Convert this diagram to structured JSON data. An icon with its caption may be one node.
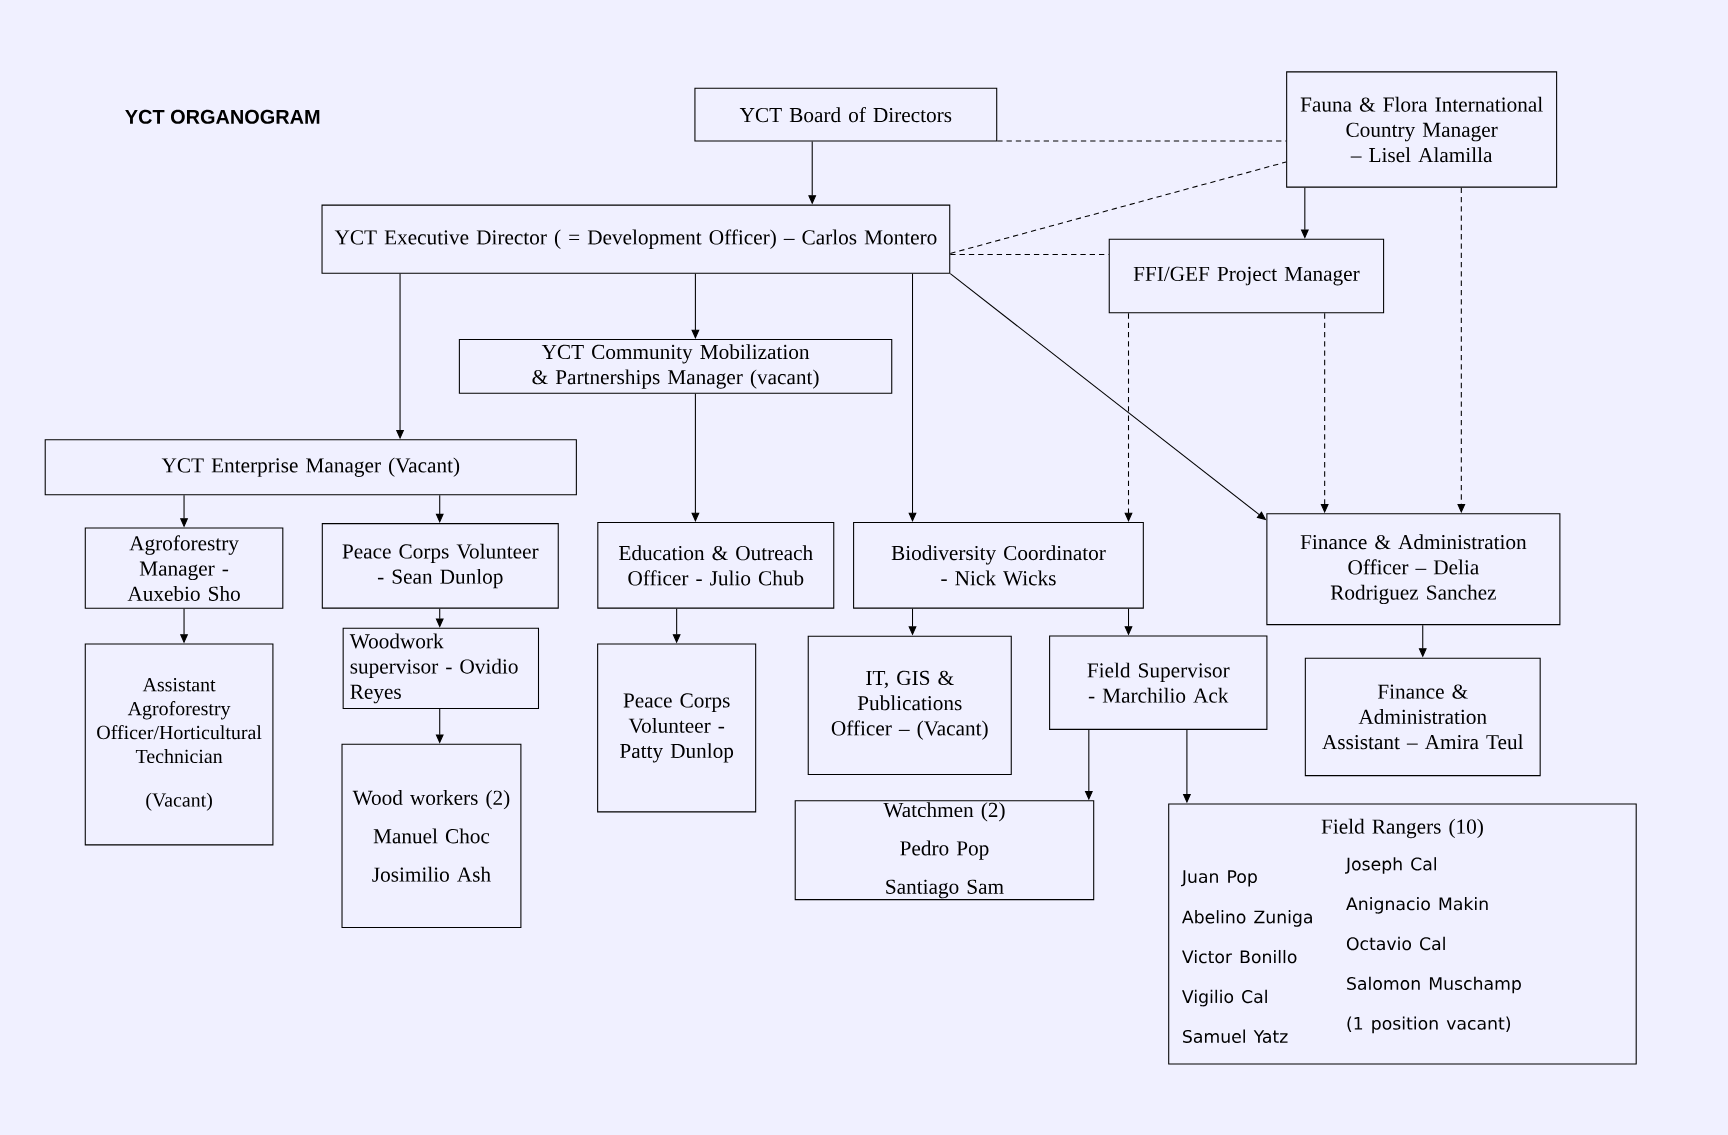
{
  "diagram": {
    "title": "YCT ORGANOGRAM",
    "nodes": [
      {
        "text": [
          "YCT Board of Directors"
        ]
      },
      {
        "text": [
          "Fauna & Flora International Country Manager – Lisel Alamilla"
        ]
      },
      {
        "text": [
          "YCT Executive Director ( = Development Officer) – Carlos Montero"
        ]
      },
      {
        "text": [
          "FFI/GEF Project Manager"
        ]
      },
      {
        "text": [
          "YCT Community Mobilization & Partnerships Manager (vacant)"
        ]
      },
      {
        "text": [
          "YCT Enterprise Manager (Vacant)"
        ]
      },
      {
        "text": [
          "Agroforestry Manager - Auxebio Sho"
        ]
      },
      {
        "text": [
          "Peace Corps Volunteer - Sean Dunlop"
        ]
      },
      {
        "text": [
          "Education & Outreach Officer - Julio Chub"
        ]
      },
      {
        "text": [
          "Biodiversity Coordinator - Nick Wicks"
        ]
      },
      {
        "text": [
          "Finance & Administration Officer – Delia Rodriguez Sanchez"
        ]
      },
      {
        "text": [
          "Assistant Agroforestry Officer/Horticultural Technician",
          "(Vacant)"
        ]
      },
      {
        "text": [
          "Woodwork supervisor - Ovidio Reyes"
        ]
      },
      {
        "text": [
          "Peace Corps Volunteer - Patty Dunlop"
        ]
      },
      {
        "text": [
          "IT, GIS & Publications Officer – (Vacant)"
        ]
      },
      {
        "text": [
          "Field Supervisor - Marchilio Ack"
        ]
      },
      {
        "text": [
          "Finance & Administration Assistant – Amira Teul"
        ]
      },
      {
        "text": [
          "Wood workers (2)",
          "Manuel Choc",
          "Josimilio Ash"
        ]
      },
      {
        "text": [
          "Watchmen (2)",
          "Pedro Pop",
          "Santiago Sam"
        ]
      },
      {
        "text": [
          "Field Rangers (10)",
          "Juan Pop",
          "Joseph Cal",
          "Abelino Zuniga",
          "Anignacio Makin",
          "Victor Bonillo",
          "Octavio Cal",
          "Vigilio Cal",
          "Salomon Muschamp",
          "Samuel Yatz",
          "(1 position vacant)"
        ]
      }
    ],
    "edges": [
      {
        "from": 0,
        "to": 2,
        "arrow": "to"
      },
      {
        "from": 0,
        "to": 1,
        "arrow": "none",
        "style": "dashed"
      },
      {
        "from": 2,
        "to": 1,
        "arrow": "none",
        "style": "dashed"
      },
      {
        "from": 2,
        "to": 3,
        "arrow": "none",
        "style": "dashed"
      },
      {
        "from": 1,
        "to": 3,
        "arrow": "to"
      },
      {
        "from": 1,
        "to": 10,
        "arrow": "to",
        "style": "dashed"
      },
      {
        "from": 3,
        "to": 10,
        "arrow": "to",
        "style": "dashed"
      },
      {
        "from": 3,
        "to": 9,
        "arrow": "to",
        "style": "dashed"
      },
      {
        "from": 2,
        "to": 4,
        "arrow": "to"
      },
      {
        "from": 4,
        "to": 8,
        "arrow": "to"
      },
      {
        "from": 2,
        "to": 5,
        "arrow": "to"
      },
      {
        "from": 2,
        "to": 9,
        "arrow": "to"
      },
      {
        "from": 2,
        "to": 10,
        "arrow": "to"
      },
      {
        "from": 5,
        "to": 6,
        "arrow": "to"
      },
      {
        "from": 5,
        "to": 7,
        "arrow": "to"
      },
      {
        "from": 6,
        "to": 11,
        "arrow": "to"
      },
      {
        "from": 7,
        "to": 12,
        "arrow": "to"
      },
      {
        "from": 12,
        "to": 17,
        "arrow": "to"
      },
      {
        "from": 8,
        "to": 13,
        "arrow": "to"
      },
      {
        "from": 9,
        "to": 14,
        "arrow": "to"
      },
      {
        "from": 9,
        "to": 15,
        "arrow": "to"
      },
      {
        "from": 10,
        "to": 16,
        "arrow": "to"
      },
      {
        "from": 15,
        "to": 18,
        "arrow": "to"
      },
      {
        "from": 15,
        "to": 19,
        "arrow": "to"
      }
    ]
  }
}
